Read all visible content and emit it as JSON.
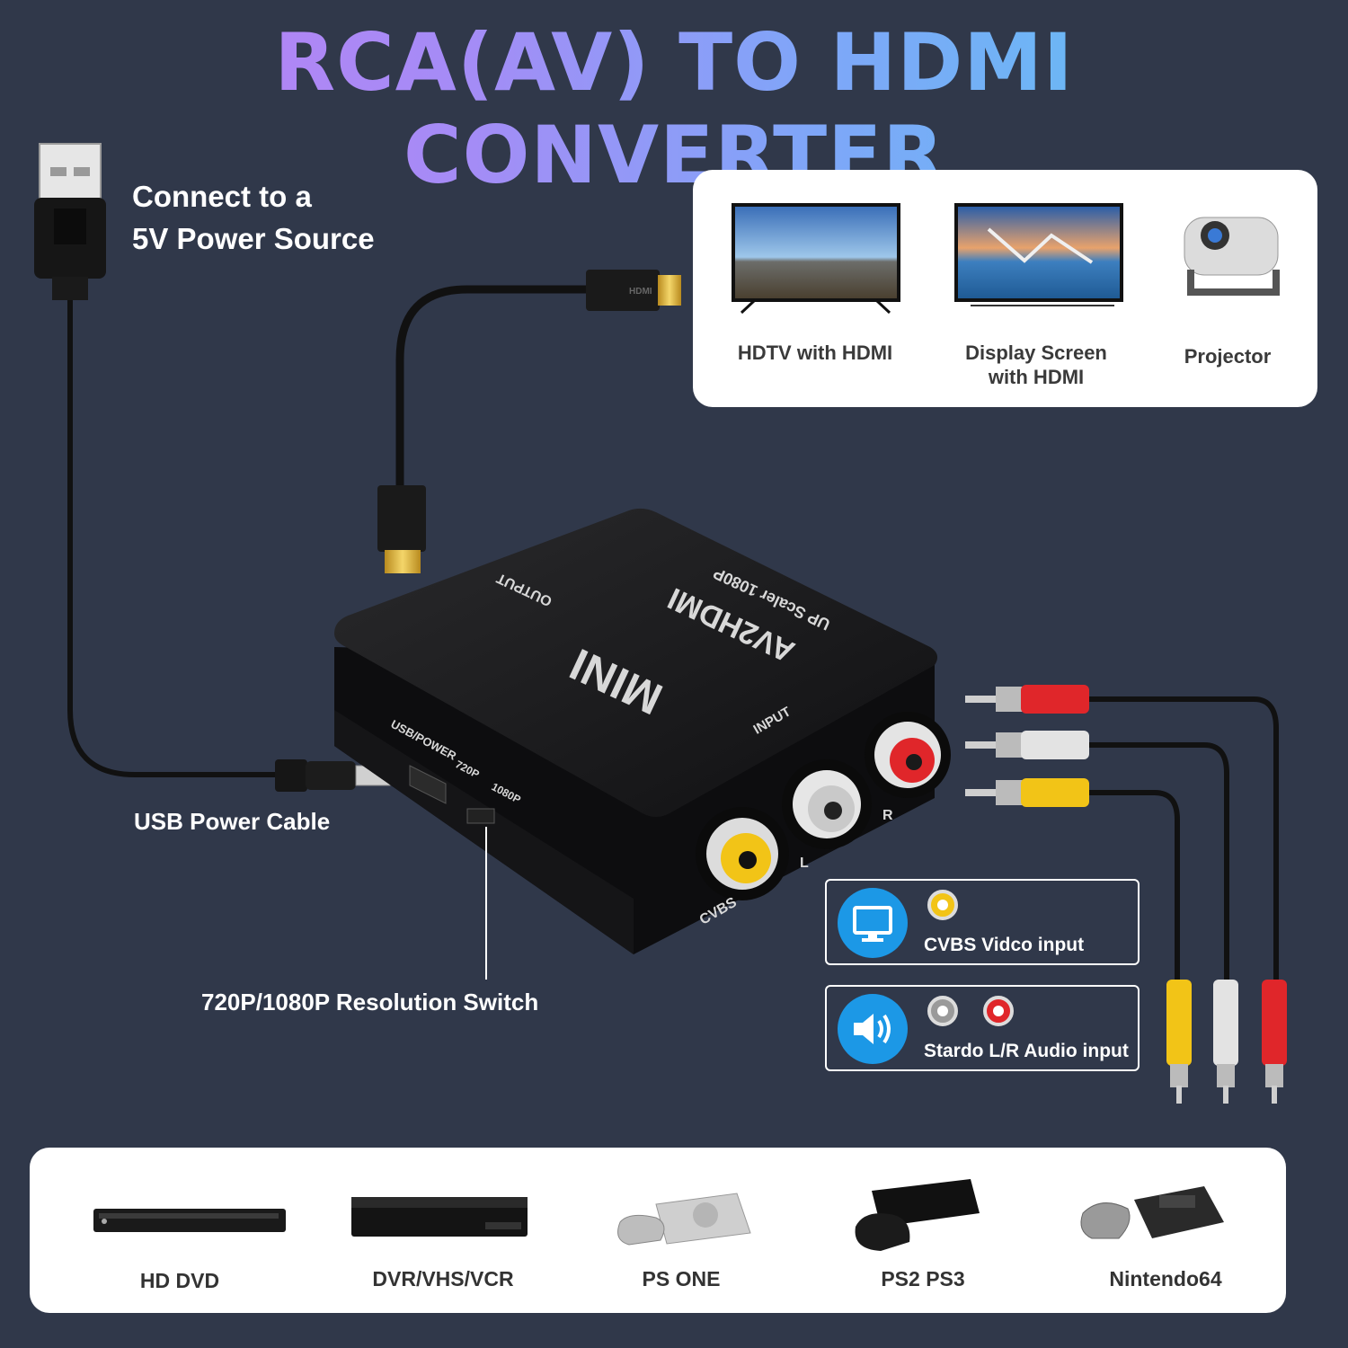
{
  "title": "RCA(AV) TO HDMI CONVERTER",
  "power_label": [
    "Connect to a",
    "5V Power Source"
  ],
  "usb_cable_label": "USB Power Cable",
  "switch_label": "720P/1080P Resolution Switch",
  "outputs": [
    {
      "label": "HDTV with HDMI",
      "icon": "hdtv-icon"
    },
    {
      "label": "Display Screen with HDMI",
      "icon": "display-screen-icon"
    },
    {
      "label": "Projector",
      "icon": "projector-icon"
    }
  ],
  "box": {
    "brand": "MINI",
    "model": "AV2HDMI",
    "scaler": "UP Scaler 1080P",
    "output_label": "OUTPUT",
    "input_label": "INPUT",
    "usb_port_label": "USB/POWER",
    "res_720": "720P",
    "res_1080": "1080P",
    "jack_cvbs": "CVBS",
    "jack_l": "L",
    "jack_r": "R",
    "hdmi_plug_text": "HDMI"
  },
  "info": {
    "video": "CVBS Vidco input",
    "audio": "Stardo L/R Audio input"
  },
  "sources": [
    {
      "label": "HD DVD",
      "icon": "hd-dvd-player-icon"
    },
    {
      "label": "DVR/VHS/VCR",
      "icon": "dvr-vhs-vcr-icon"
    },
    {
      "label": "PS ONE",
      "icon": "ps-one-console-icon"
    },
    {
      "label": "PS2 PS3",
      "icon": "ps2-ps3-console-icon"
    },
    {
      "label": "Nintendo64",
      "icon": "nintendo64-console-icon"
    }
  ],
  "colors": {
    "background": "#30384a",
    "accent_blue": "#1c98e6",
    "rca_yellow": "#f2c417",
    "rca_white": "#d9d9d9",
    "rca_red": "#e0262a"
  }
}
